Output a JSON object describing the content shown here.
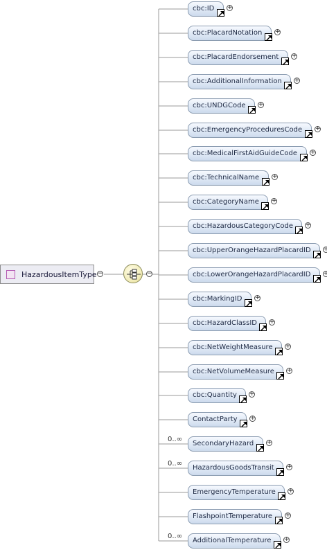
{
  "root": {
    "label": "HazardousItemType"
  },
  "cardinality_label": "0..∞",
  "elements": [
    {
      "label": "cbc:ID",
      "repeat": false
    },
    {
      "label": "cbc:PlacardNotation",
      "repeat": false
    },
    {
      "label": "cbc:PlacardEndorsement",
      "repeat": false
    },
    {
      "label": "cbc:AdditionalInformation",
      "repeat": false
    },
    {
      "label": "cbc:UNDGCode",
      "repeat": false
    },
    {
      "label": "cbc:EmergencyProceduresCode",
      "repeat": false
    },
    {
      "label": "cbc:MedicalFirstAidGuideCode",
      "repeat": false
    },
    {
      "label": "cbc:TechnicalName",
      "repeat": false
    },
    {
      "label": "cbc:CategoryName",
      "repeat": false
    },
    {
      "label": "cbc:HazardousCategoryCode",
      "repeat": false
    },
    {
      "label": "cbc:UpperOrangeHazardPlacardID",
      "repeat": false
    },
    {
      "label": "cbc:LowerOrangeHazardPlacardID",
      "repeat": false
    },
    {
      "label": "cbc:MarkingID",
      "repeat": false
    },
    {
      "label": "cbc:HazardClassID",
      "repeat": false
    },
    {
      "label": "cbc:NetWeightMeasure",
      "repeat": false
    },
    {
      "label": "cbc:NetVolumeMeasure",
      "repeat": false
    },
    {
      "label": "cbc:Quantity",
      "repeat": false
    },
    {
      "label": "ContactParty",
      "repeat": false
    },
    {
      "label": "SecondaryHazard",
      "repeat": true
    },
    {
      "label": "HazardousGoodsTransit",
      "repeat": true
    },
    {
      "label": "EmergencyTemperature",
      "repeat": false
    },
    {
      "label": "FlashpointTemperature",
      "repeat": false
    },
    {
      "label": "AdditionalTemperature",
      "repeat": true
    }
  ]
}
